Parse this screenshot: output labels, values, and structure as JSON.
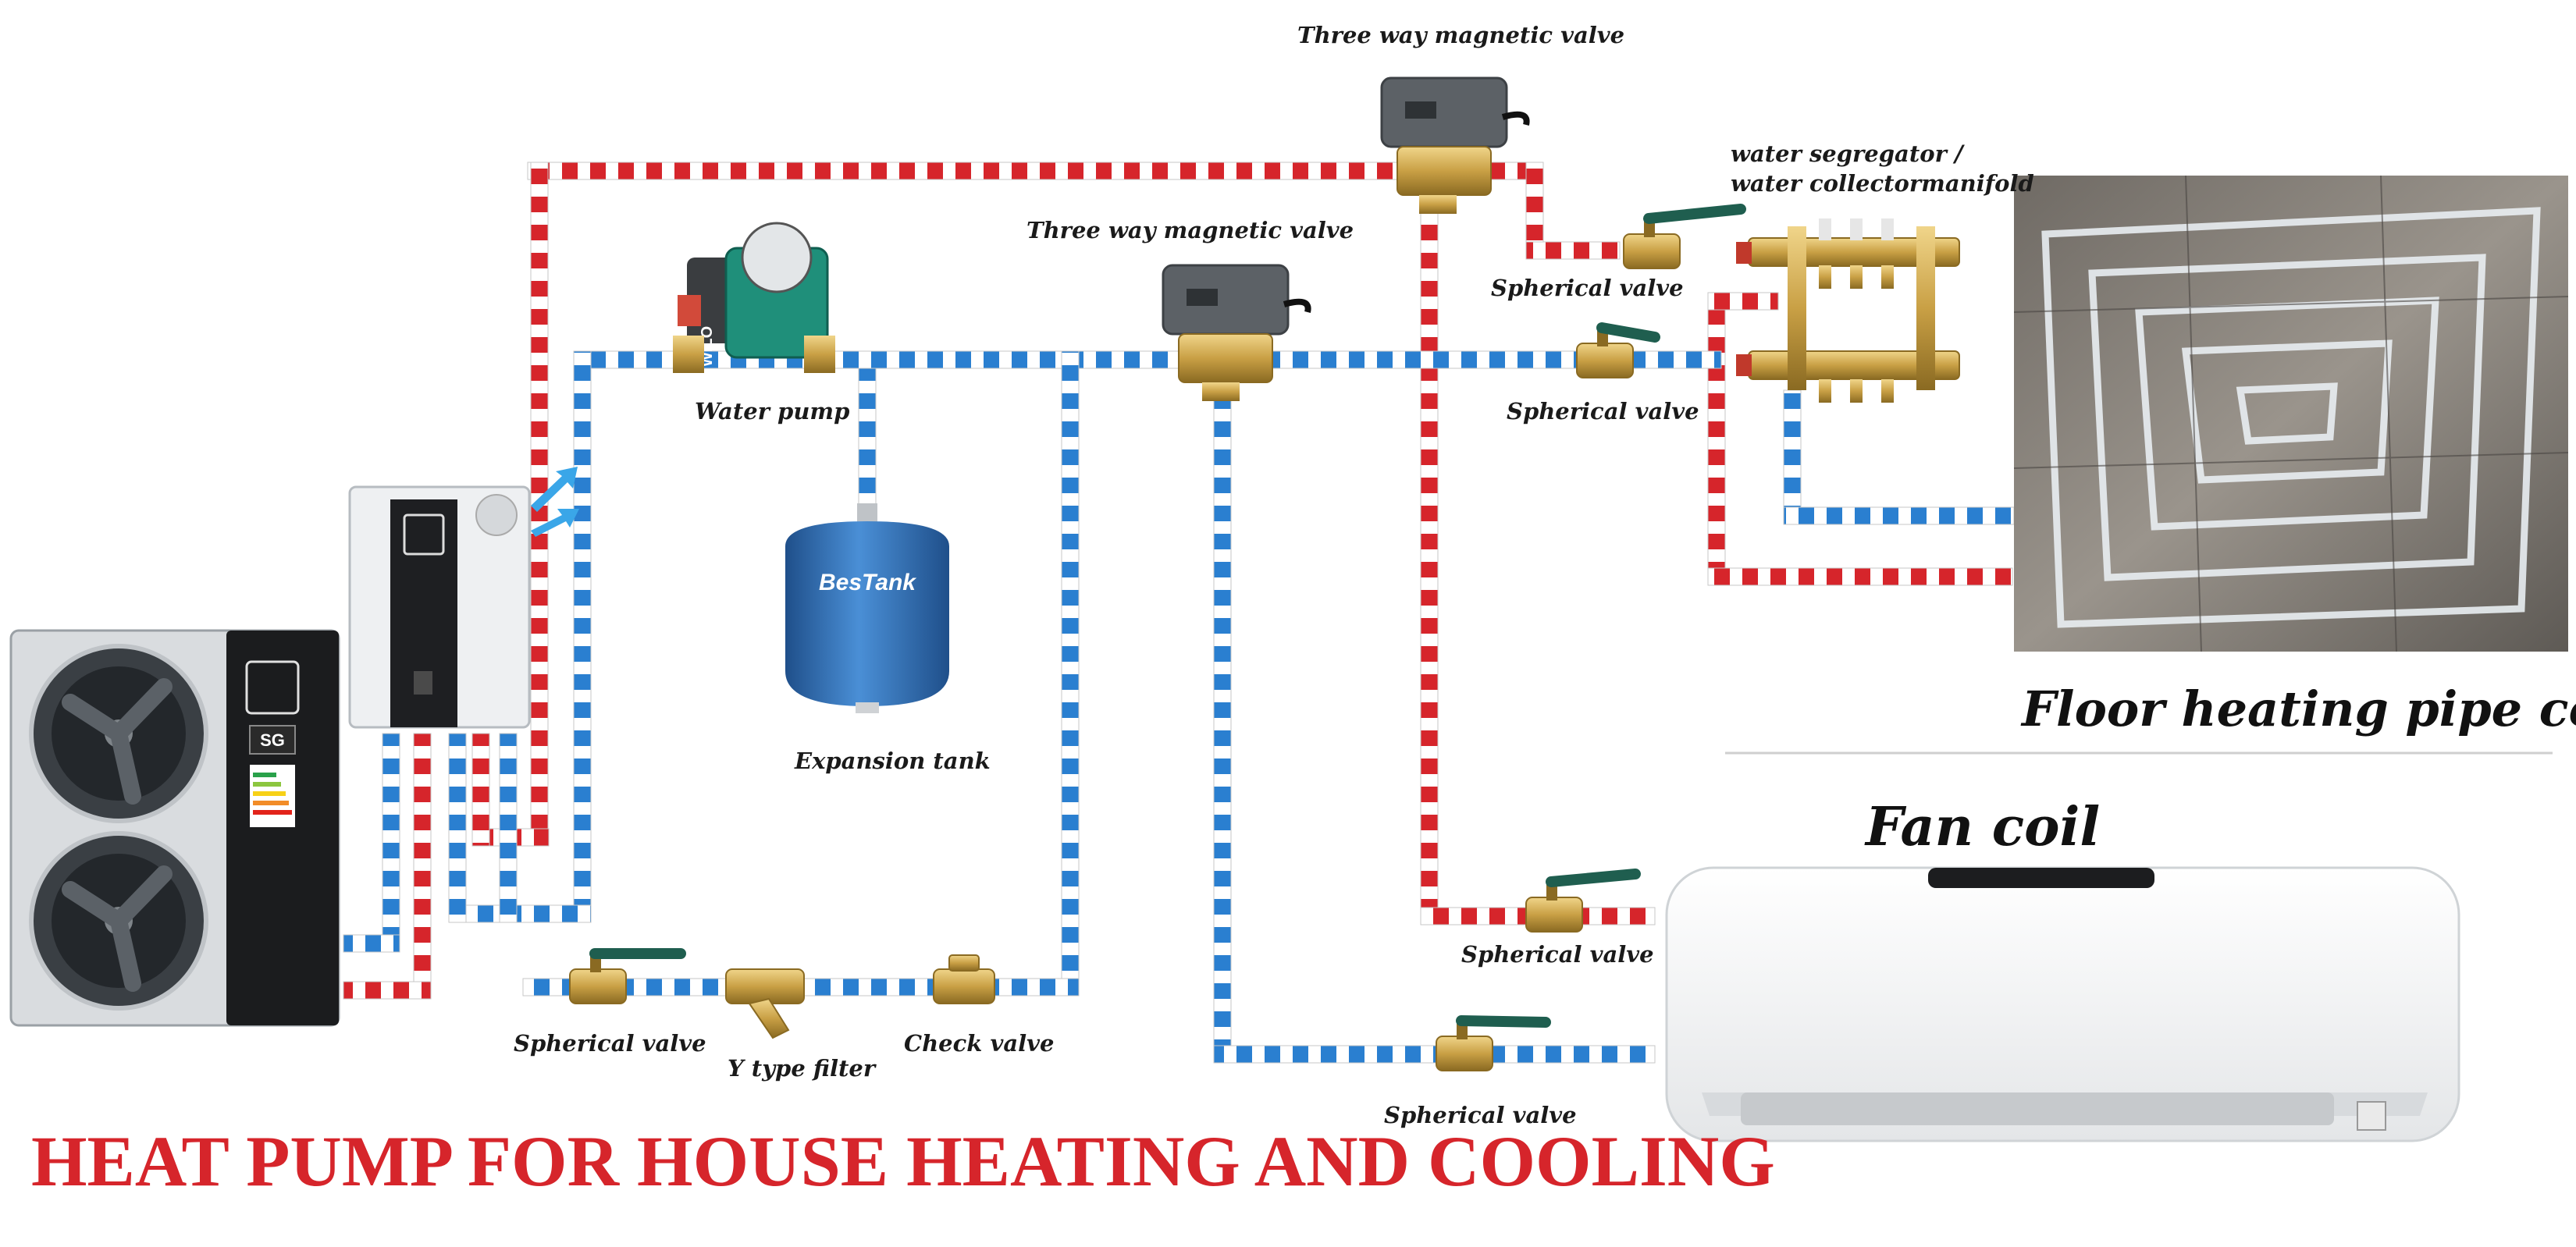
{
  "title": "HEAT PUMP FOR HOUSE HEATING AND COOLING",
  "labels": {
    "three_way_valve_top": "Three way magnetic valve",
    "three_way_valve_mid": "Three way magnetic valve",
    "water_segregator_1": "water segregator /",
    "water_segregator_2": "water collectormanifold",
    "water_pump": "Water pump",
    "expansion_tank": "Expansion tank",
    "spherical_valve_floor_supply": "Spherical valve",
    "spherical_valve_floor_return": "Spherical valve",
    "spherical_valve_fan_supply": "Spherical valve",
    "spherical_valve_fan_return": "Spherical valve",
    "spherical_valve_bottom": "Spherical valve",
    "y_filter": "Y type filter",
    "check_valve": "Check valve",
    "floor_heating": "Floor heating pipe coil",
    "fan_coil": "Fan coil",
    "pump_brand": "WILO",
    "tank_brand": "BesTank",
    "unit_badge": "SG"
  },
  "colors": {
    "hot_pipe": "#d6252b",
    "cold_pipe": "#2a7fd0",
    "title": "#d6252b",
    "tank": "#2f6fb5",
    "pump": "#1f8f7a",
    "brass": "#c9a045",
    "valve_actuator": "#5c6166"
  },
  "icons": [
    "outdoor-unit-icon",
    "indoor-unit-icon",
    "water-pump-icon",
    "expansion-tank-icon",
    "three-way-valve-icon",
    "ball-valve-icon",
    "y-filter-icon",
    "check-valve-icon",
    "manifold-icon",
    "fan-coil-icon",
    "floor-coil-icon",
    "airflow-arrow-icon"
  ]
}
